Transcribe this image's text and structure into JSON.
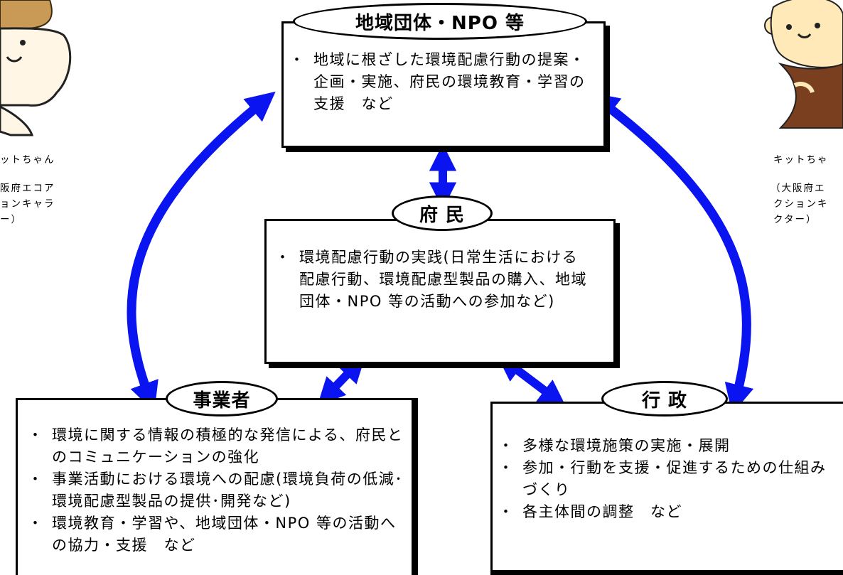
{
  "mascot_left": {
    "name": "ットちゃん",
    "desc": [
      "阪府エコア",
      "ョンキャラ",
      "ー）"
    ]
  },
  "mascot_right": {
    "name": "キットちゃ",
    "desc": [
      "（大阪府エ",
      "クションキ",
      "クター）"
    ]
  },
  "nodes": {
    "community": {
      "title": "地域団体・NPO 等",
      "items": [
        "地域に根ざした環境配慮行動の提案・企画・実施、府民の環境教育・学習の支援　など"
      ]
    },
    "citizens": {
      "title": "府 民",
      "items": [
        "環境配慮行動の実践(日常生活における配慮行動、環境配慮型製品の購入、地域団体・NPO 等の活動への参加など)"
      ]
    },
    "business": {
      "title": "事業者",
      "items": [
        "環境に関する情報の積極的な発信による、府民とのコミュニケーションの強化",
        "事業活動における環境への配慮(環境負荷の低減･環境配慮型製品の提供･開発など)",
        "環境教育・学習や、地域団体・NPO 等の活動への協力・支援　など"
      ]
    },
    "government": {
      "title": "行 政",
      "items": [
        "多様な環境施策の実施・展開",
        "参加・行動を支援・促進するための仕組みづくり",
        "各主体間の調整　など"
      ]
    }
  },
  "colors": {
    "arrow": "#0a14f0",
    "border": "#000000"
  }
}
